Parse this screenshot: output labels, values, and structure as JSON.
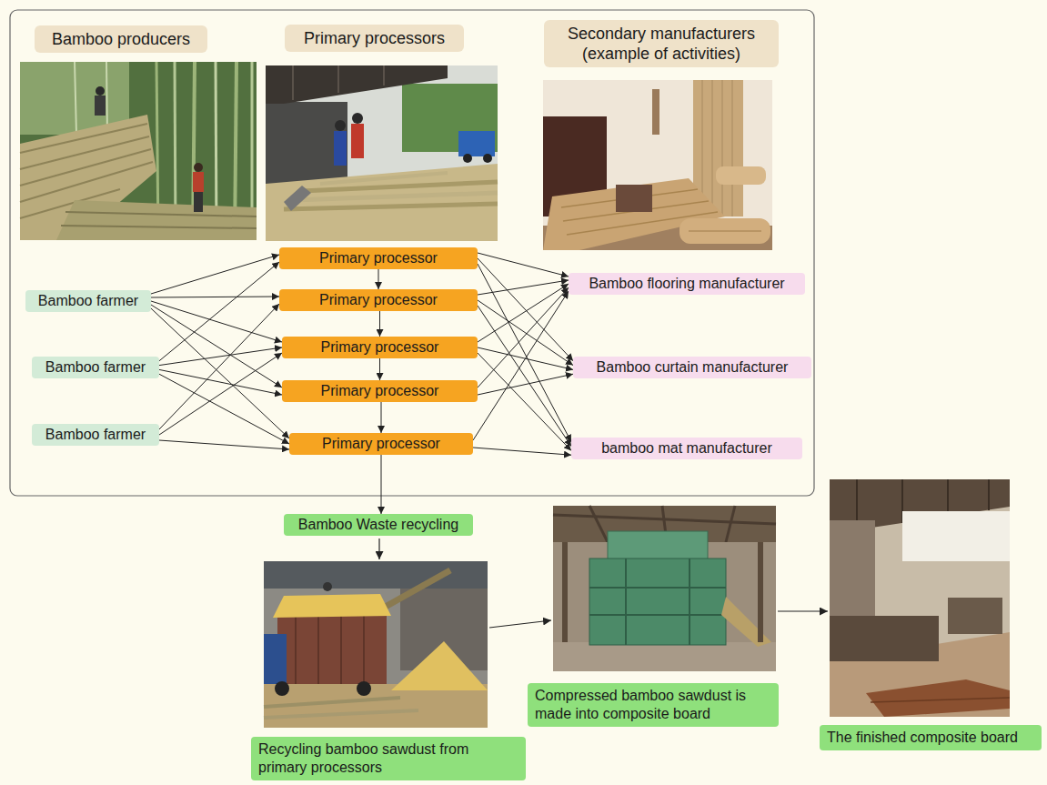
{
  "diagram": {
    "nodes": [
      {
        "text": [
          "Bamboo producers"
        ]
      },
      {
        "text": [
          "Primary processors"
        ]
      },
      {
        "text": [
          "Secondary manufacturers (example of activities)"
        ]
      },
      {
        "text": [
          "Bamboo farmer"
        ]
      },
      {
        "text": [
          "Bamboo farmer"
        ]
      },
      {
        "text": [
          "Bamboo farmer"
        ]
      },
      {
        "text": [
          "Primary processor"
        ]
      },
      {
        "text": [
          "Primary processor"
        ]
      },
      {
        "text": [
          "Primary processor"
        ]
      },
      {
        "text": [
          "Primary processor"
        ]
      },
      {
        "text": [
          "Primary processor"
        ]
      },
      {
        "text": [
          "Bamboo flooring manufacturer"
        ]
      },
      {
        "text": [
          "Bamboo curtain manufacturer"
        ]
      },
      {
        "text": [
          "bamboo mat manufacturer"
        ]
      },
      {
        "text": [
          "Bamboo Waste recycling"
        ]
      },
      {
        "text": [
          "Recycling bamboo sawdust from primary processors"
        ]
      },
      {
        "text": [
          "Compressed bamboo sawdust is made into composite board"
        ]
      },
      {
        "text": [
          "The finished composite board"
        ]
      }
    ],
    "edges": [
      {
        "from": 3,
        "to": 6,
        "arrow": "to"
      },
      {
        "from": 3,
        "to": 7,
        "arrow": "to"
      },
      {
        "from": 3,
        "to": 8,
        "arrow": "to"
      },
      {
        "from": 3,
        "to": 9,
        "arrow": "to"
      },
      {
        "from": 3,
        "to": 10,
        "arrow": "to"
      },
      {
        "from": 4,
        "to": 6,
        "arrow": "to"
      },
      {
        "from": 4,
        "to": 8,
        "arrow": "to"
      },
      {
        "from": 4,
        "to": 9,
        "arrow": "to"
      },
      {
        "from": 4,
        "to": 10,
        "arrow": "to"
      },
      {
        "from": 5,
        "to": 7,
        "arrow": "to"
      },
      {
        "from": 5,
        "to": 8,
        "arrow": "to"
      },
      {
        "from": 5,
        "to": 10,
        "arrow": "to"
      },
      {
        "from": 6,
        "to": 7,
        "arrow": "to"
      },
      {
        "from": 7,
        "to": 8,
        "arrow": "to"
      },
      {
        "from": 8,
        "to": 9,
        "arrow": "to"
      },
      {
        "from": 9,
        "to": 10,
        "arrow": "to"
      },
      {
        "from": 6,
        "to": 11,
        "arrow": "to"
      },
      {
        "from": 6,
        "to": 12,
        "arrow": "to"
      },
      {
        "from": 6,
        "to": 13,
        "arrow": "to"
      },
      {
        "from": 7,
        "to": 11,
        "arrow": "to"
      },
      {
        "from": 7,
        "to": 12,
        "arrow": "to"
      },
      {
        "from": 7,
        "to": 13,
        "arrow": "to"
      },
      {
        "from": 8,
        "to": 11,
        "arrow": "to"
      },
      {
        "from": 8,
        "to": 12,
        "arrow": "to"
      },
      {
        "from": 8,
        "to": 13,
        "arrow": "to"
      },
      {
        "from": 9,
        "to": 11,
        "arrow": "to"
      },
      {
        "from": 9,
        "to": 12,
        "arrow": "to"
      },
      {
        "from": 10,
        "to": 11,
        "arrow": "to"
      },
      {
        "from": 10,
        "to": 13,
        "arrow": "to"
      },
      {
        "from": 10,
        "to": 14,
        "arrow": "to"
      }
    ]
  }
}
